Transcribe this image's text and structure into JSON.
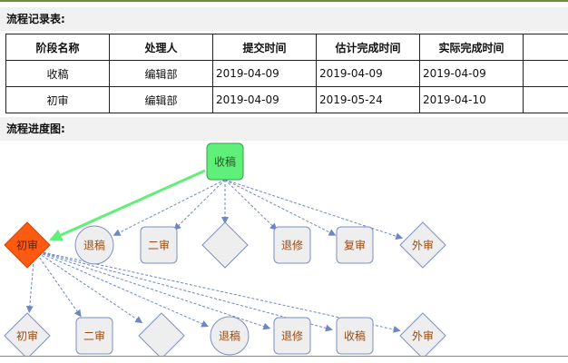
{
  "record": {
    "heading": "流程记录表:",
    "columns": [
      "阶段名称",
      "处理人",
      "提交时间",
      "估计完成时间",
      "实际完成时间",
      ""
    ],
    "rows": [
      [
        "收稿",
        "编辑部",
        "2019-04-09",
        "2019-04-09",
        "2019-04-09",
        ""
      ],
      [
        "初审",
        "编辑部",
        "2019-04-09",
        "2019-05-24",
        "2019-04-10",
        ""
      ]
    ]
  },
  "progress": {
    "heading": "流程进度图:",
    "nodes": {
      "start": {
        "label": "收稿",
        "shape": "rounded-rect",
        "state": "done"
      },
      "current": {
        "label": "初审",
        "shape": "diamond",
        "state": "current"
      },
      "row1": [
        {
          "label": "退稿",
          "shape": "circle"
        },
        {
          "label": "二审",
          "shape": "rounded-rect"
        },
        {
          "label": "",
          "shape": "diamond"
        },
        {
          "label": "退修",
          "shape": "rounded-rect"
        },
        {
          "label": "复审",
          "shape": "rounded-rect"
        },
        {
          "label": "外审",
          "shape": "diamond"
        }
      ],
      "row2": [
        {
          "label": "初审",
          "shape": "diamond"
        },
        {
          "label": "二审",
          "shape": "rounded-rect"
        },
        {
          "label": "",
          "shape": "diamond"
        },
        {
          "label": "退稿",
          "shape": "circle"
        },
        {
          "label": "退修",
          "shape": "rounded-rect"
        },
        {
          "label": "收稿",
          "shape": "rounded-rect"
        },
        {
          "label": "外审",
          "shape": "diamond"
        }
      ]
    },
    "colors": {
      "done_fill": "#5ff07a",
      "done_stroke": "#3a9a4a",
      "current_fill": "#ff5a12",
      "current_stroke": "#d04000",
      "node_fill": "#eeeeee",
      "node_stroke": "#7a8fc4",
      "node_text": "#9a4a10",
      "edge": "#6f86c4",
      "active_edge": "#5ff07a"
    }
  }
}
